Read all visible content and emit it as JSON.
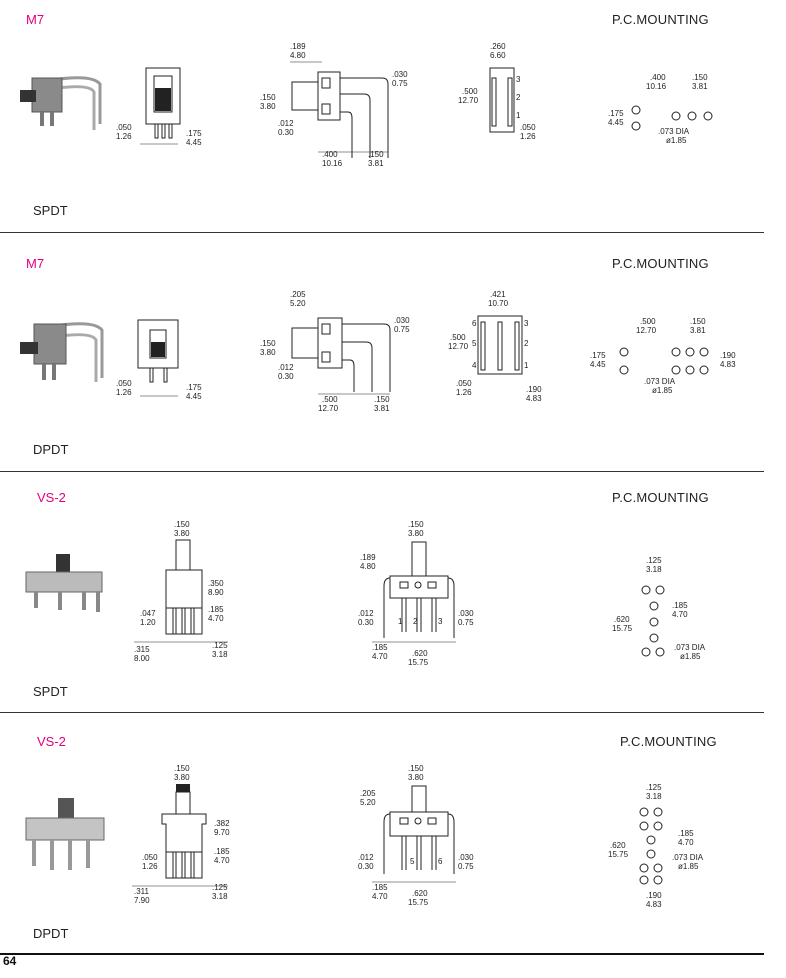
{
  "page_number": "64",
  "pc_mounting_label": "P.C.MOUNTING",
  "sections": [
    {
      "model": "M7",
      "type": "SPDT",
      "front": {
        "d1": ".050",
        "d1m": "1.26",
        "d2": ".175",
        "d2m": "4.45"
      },
      "side": {
        "w": ".189",
        "wm": "4.80",
        "h": ".150",
        "hm": "3.80",
        "t": ".012",
        "tm": "0.30",
        "p": ".030",
        "pm": "0.75",
        "a": ".400",
        "am": "10.16",
        "b": ".150",
        "bm": "3.81"
      },
      "top": {
        "w": ".260",
        "wm": "6.60",
        "h": ".500",
        "hm": "12.70",
        "c": ".050",
        "cm": "1.26",
        "n1": "3",
        "n2": "2",
        "n3": "1"
      },
      "pcb": {
        "a": ".400",
        "am": "10.16",
        "b": ".150",
        "bm": "3.81",
        "c": ".175",
        "cm": "4.45",
        "d": ".073 DIA",
        "dm": "ø1.85"
      }
    },
    {
      "model": "M7",
      "type": "DPDT",
      "front": {
        "d1": ".050",
        "d1m": "1.26",
        "d2": ".175",
        "d2m": "4.45"
      },
      "side": {
        "w": ".205",
        "wm": "5.20",
        "h": ".150",
        "hm": "3.80",
        "t": ".012",
        "tm": "0.30",
        "p": ".030",
        "pm": "0.75",
        "a": ".500",
        "am": "12.70",
        "b": ".150",
        "bm": "3.81"
      },
      "top": {
        "w": ".421",
        "wm": "10.70",
        "h": ".500",
        "hm": "12.70",
        "c": ".050",
        "cm": "1.26",
        "e": ".190",
        "em": "4.83",
        "n1": "3",
        "n2": "2",
        "n3": "1",
        "n4": "6",
        "n5": "5",
        "n6": "4"
      },
      "pcb": {
        "a": ".500",
        "am": "12.70",
        "b": ".150",
        "bm": "3.81",
        "c": ".175",
        "cm": "4.45",
        "e": ".190",
        "em": "4.83",
        "d": ".073 DIA",
        "dm": "ø1.85"
      }
    },
    {
      "model": "VS-2",
      "type": "SPDT",
      "front": {
        "w": ".150",
        "wm": "3.80",
        "h": ".350",
        "hm": "8.90",
        "p": ".047",
        "pm": "1.20",
        "q": ".185",
        "qm": "4.70",
        "l": ".315",
        "lm": "8.00",
        "r": ".125",
        "rm": "3.18"
      },
      "side": {
        "w": ".150",
        "wm": "3.80",
        "h": ".189",
        "hm": "4.80",
        "t": ".012",
        "tm": "0.30",
        "p": ".030",
        "pm": "0.75",
        "a": ".185",
        "am": "4.70",
        "b": ".620",
        "bm": "15.75",
        "n1": "1",
        "n2": "2",
        "n3": "3"
      },
      "pcb": {
        "a": ".125",
        "am": "3.18",
        "b": ".185",
        "bm": "4.70",
        "c": ".620",
        "cm": "15.75",
        "d": ".073 DIA",
        "dm": "ø1.85"
      }
    },
    {
      "model": "VS-2",
      "type": "DPDT",
      "front": {
        "w": ".150",
        "wm": "3.80",
        "h": ".382",
        "hm": "9.70",
        "p": ".050",
        "pm": "1.26",
        "q": ".185",
        "qm": "4.70",
        "l": ".311",
        "lm": "7.90",
        "r": ".125",
        "rm": "3.18"
      },
      "side": {
        "w": ".150",
        "wm": "3.80",
        "h": ".205",
        "hm": "5.20",
        "t": ".012",
        "tm": "0.30",
        "p": ".030",
        "pm": "0.75",
        "a": ".185",
        "am": "4.70",
        "b": ".620",
        "bm": "15.75",
        "n1": "5",
        "n2": "6"
      },
      "pcb": {
        "a": ".125",
        "am": "3.18",
        "b": ".185",
        "bm": "4.70",
        "c": ".620",
        "cm": "15.75",
        "e": ".190",
        "em": "4.83",
        "d": ".073 DIA",
        "dm": "ø1.85"
      }
    }
  ]
}
